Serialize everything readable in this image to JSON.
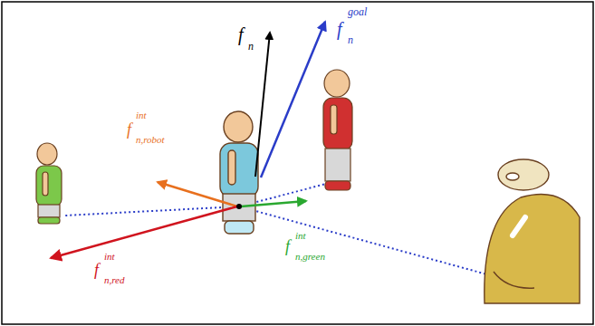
{
  "diagram": {
    "labels": [
      "f",
      "n",
      "f",
      "n",
      "goal",
      "f",
      "n,robot",
      "int",
      "f",
      "n,green",
      "int",
      "f",
      "n,red",
      "int"
    ]
  }
}
